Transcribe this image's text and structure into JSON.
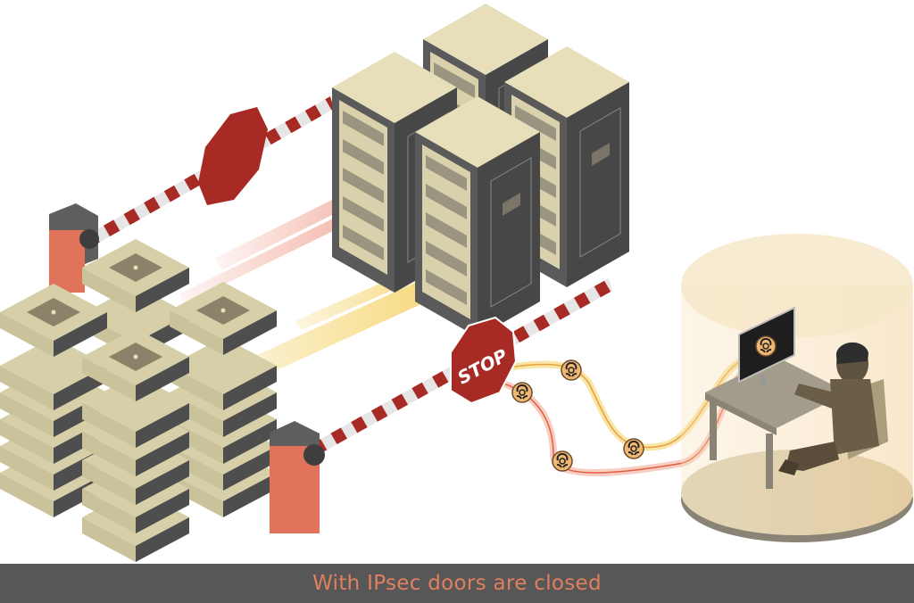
{
  "illustration": {
    "subject": "IPsec blocking malicious traffic",
    "stop_sign_text": "STOP",
    "elements": {
      "server_racks": 4,
      "stacked_server_columns": 4,
      "boom_barriers": 2,
      "stop_signs": 2,
      "biohazard_tokens": 4,
      "attacker": "hooded figure at desk inside glowing cylinder",
      "monitor_icon": "biohazard-icon"
    },
    "colors": {
      "barrier_red": "#a82a24",
      "barrier_white": "#e6e6e6",
      "barrier_post": "#e0735a",
      "rack_body": "#5a5a5a",
      "rack_top": "#e6dfb9",
      "stack_top": "#d6cfa8",
      "beam_yellow": "#f5d36a",
      "beam_red": "#ef9c8a",
      "cylinder_glow": "#f7e3bc",
      "caption_bg": "#575757",
      "caption_text": "#e0805f"
    }
  },
  "caption": {
    "text": "With IPsec doors are closed"
  }
}
